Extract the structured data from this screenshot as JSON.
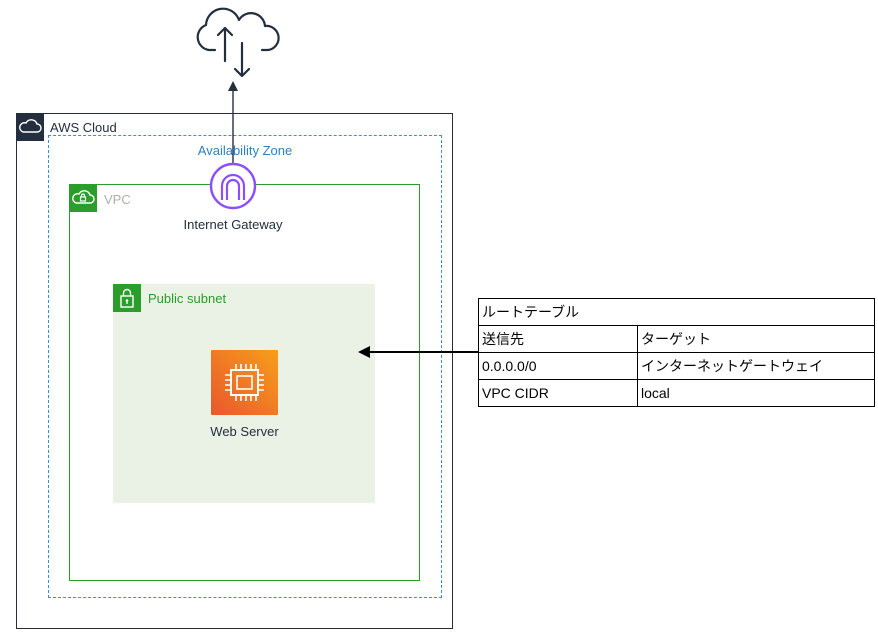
{
  "diagram": {
    "aws_cloud_label": "AWS Cloud",
    "availability_zone_label": "Availability Zone",
    "vpc_label": "VPC",
    "internet_gateway_label": "Internet Gateway",
    "public_subnet_label": "Public subnet",
    "web_server_label": "Web Server"
  },
  "route_table": {
    "title": "ルートテーブル",
    "header": [
      "送信先",
      "ターゲット"
    ],
    "rows": [
      [
        "0.0.0.0/0",
        "インターネットゲートウェイ"
      ],
      [
        "VPC CIDR",
        "local"
      ]
    ]
  },
  "icons": {
    "internet": "cloud-upload-download-icon",
    "aws_cloud": "aws-cloud-icon",
    "vpc": "vpc-cloud-lock-icon",
    "subnet": "subnet-lock-icon",
    "internet_gateway": "internet-gateway-icon",
    "web_server": "ec2-instance-icon"
  },
  "colors": {
    "aws_dark": "#232f3e",
    "availability_zone": "#3f8fcf",
    "vpc_green": "#2a9d2a",
    "subnet_fill": "#eaf2e6",
    "internet_gateway": "#8c4fff",
    "ec2_orange": "#f79e1b"
  }
}
